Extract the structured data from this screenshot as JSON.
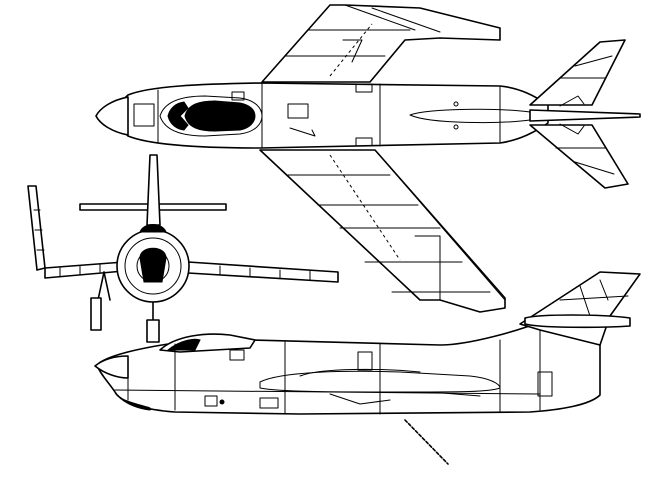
{
  "drawing": {
    "views": [
      "top-view",
      "front-view",
      "side-view"
    ],
    "colors": {
      "line": "#000000",
      "background": "#ffffff"
    }
  }
}
